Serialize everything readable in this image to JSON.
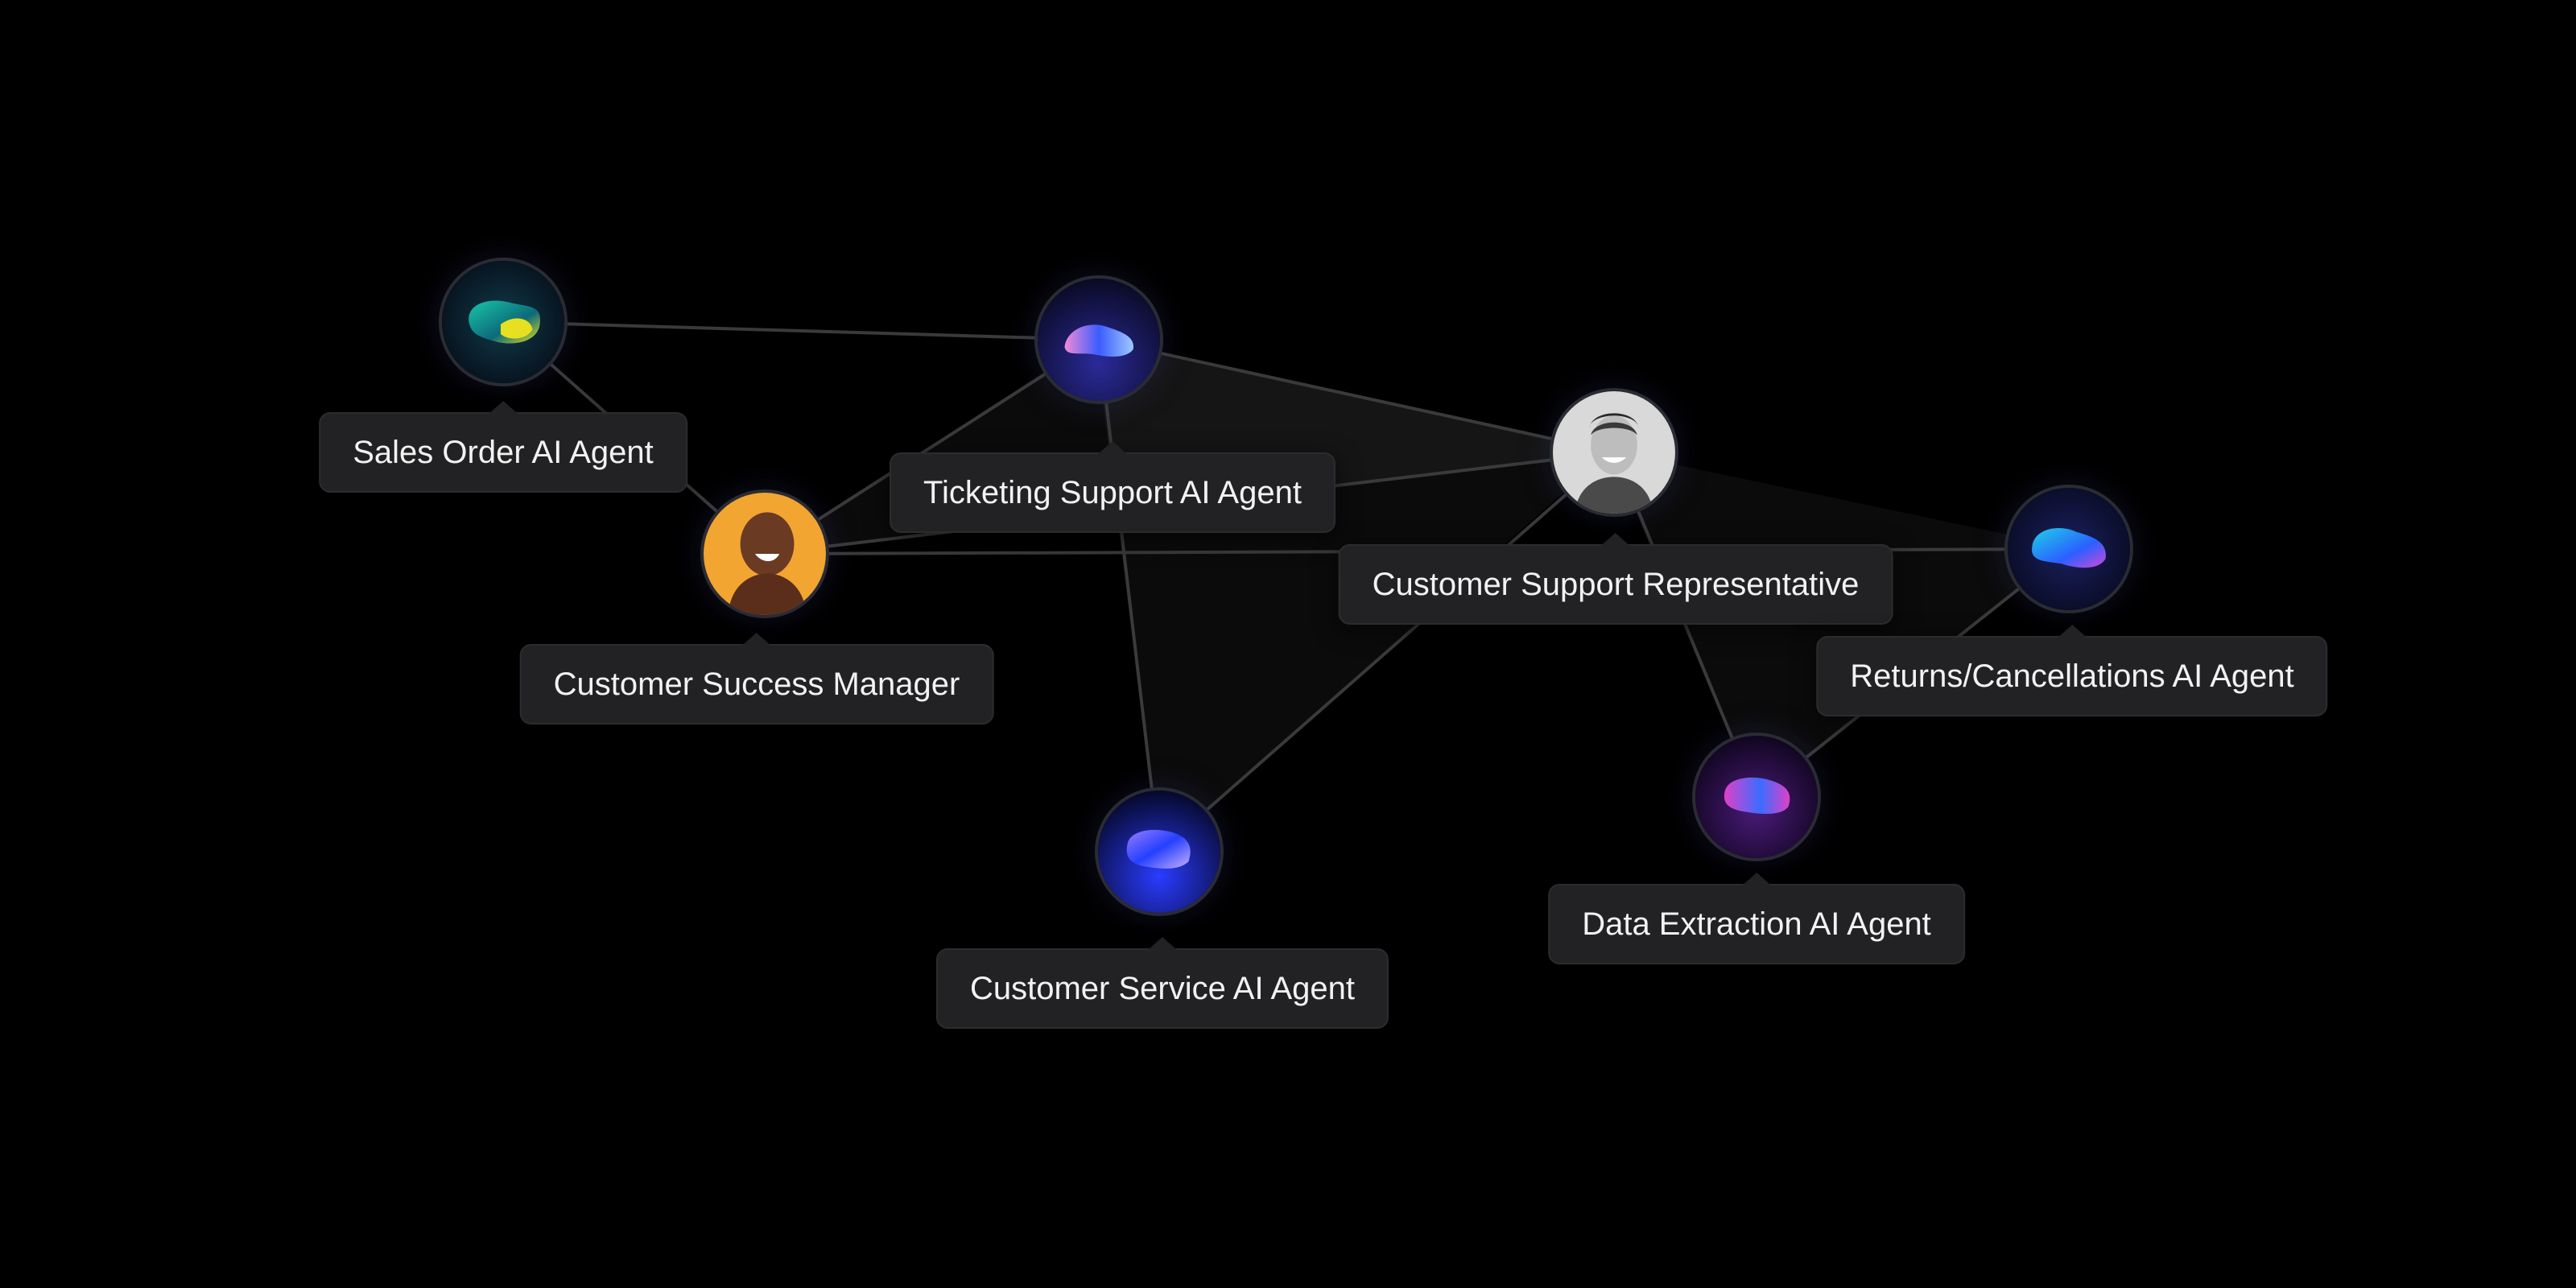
{
  "nodes": [
    {
      "id": "sales-order",
      "label": "Sales Order AI Agent",
      "kind": "ai-agent",
      "icon": "ai-blob-green-yellow-icon",
      "colors": [
        "#0b2a3a",
        "#19c6a8",
        "#e6e020"
      ]
    },
    {
      "id": "ticketing-support",
      "label": "Ticketing Support AI Agent",
      "kind": "ai-agent",
      "icon": "ai-blob-blue-pink-icon",
      "colors": [
        "#10123a",
        "#3a5cff",
        "#f08ad8"
      ]
    },
    {
      "id": "customer-success-manager",
      "label": "Customer Success Manager",
      "kind": "person",
      "icon": "person-avatar-icon",
      "colors": [
        "#f2a531",
        "#6b3a22",
        "#ffffff"
      ]
    },
    {
      "id": "customer-support-rep",
      "label": "Customer Support Representative",
      "kind": "person",
      "icon": "person-avatar-icon",
      "colors": [
        "#d9d9d9",
        "#3a3a3a",
        "#ffffff"
      ]
    },
    {
      "id": "returns-cancellations",
      "label": "Returns/Cancellations AI Agent",
      "kind": "ai-agent",
      "icon": "ai-blob-cyan-magenta-icon",
      "colors": [
        "#0c1030",
        "#1fd0e8",
        "#d048d8"
      ]
    },
    {
      "id": "data-extraction",
      "label": "Data Extraction AI Agent",
      "kind": "ai-agent",
      "icon": "ai-blob-magenta-blue-icon",
      "colors": [
        "#1a0830",
        "#e040c8",
        "#3a6cff"
      ]
    },
    {
      "id": "customer-service",
      "label": "Customer Service AI Agent",
      "kind": "ai-agent",
      "icon": "ai-blob-blue-icon",
      "colors": [
        "#0a1040",
        "#2440ff",
        "#9a7cff"
      ]
    }
  ],
  "edges": [
    [
      "sales-order",
      "ticketing-support"
    ],
    [
      "sales-order",
      "customer-success-manager"
    ],
    [
      "ticketing-support",
      "customer-support-rep"
    ],
    [
      "ticketing-support",
      "customer-success-manager"
    ],
    [
      "ticketing-support",
      "customer-service"
    ],
    [
      "customer-success-manager",
      "customer-support-rep"
    ],
    [
      "customer-success-manager",
      "returns-cancellations"
    ],
    [
      "customer-support-rep",
      "customer-service"
    ],
    [
      "customer-support-rep",
      "data-extraction"
    ],
    [
      "data-extraction",
      "returns-cancellations"
    ]
  ],
  "colors": {
    "background": "#000000",
    "edge": "#3a3a3a",
    "label_bg": "#222224",
    "label_text": "#f2f2f2"
  }
}
